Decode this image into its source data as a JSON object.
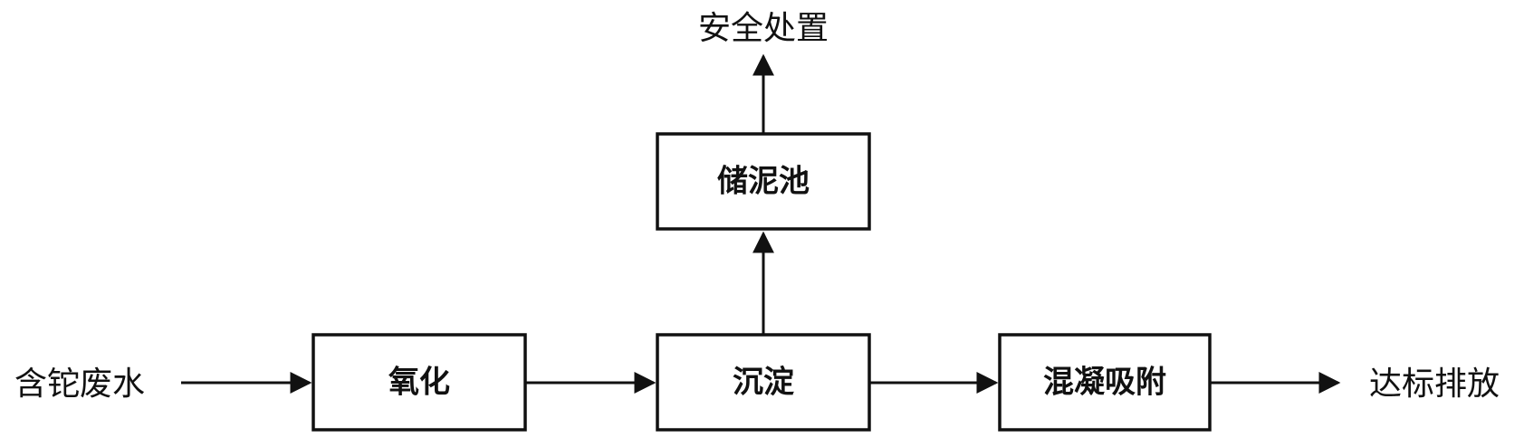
{
  "diagram": {
    "input_label": "含铊废水",
    "output_label": "达标排放",
    "disposal_label": "安全处置",
    "nodes": {
      "oxidation": "氧化",
      "sedimentation": "沉淀",
      "coagulation_adsorption": "混凝吸附",
      "sludge_tank": "储泥池"
    }
  }
}
